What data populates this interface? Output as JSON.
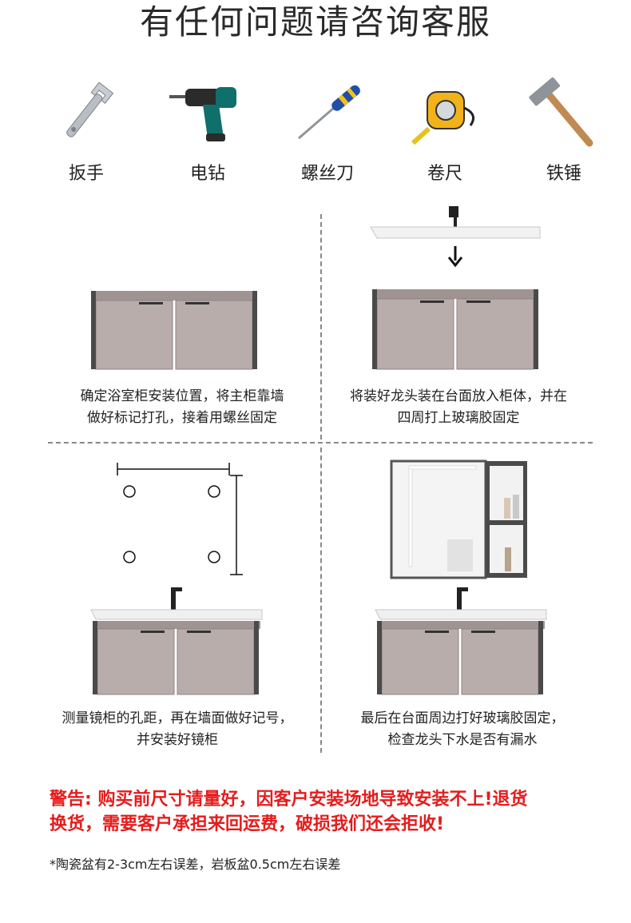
{
  "title": "有任何问题请咨询客服",
  "tools": [
    {
      "name": "wrench-icon",
      "label": "扳手"
    },
    {
      "name": "drill-icon",
      "label": "电钻"
    },
    {
      "name": "screwdriver-icon",
      "label": "螺丝刀"
    },
    {
      "name": "tape-measure-icon",
      "label": "卷尺"
    },
    {
      "name": "hammer-icon",
      "label": "铁锤"
    }
  ],
  "steps": [
    {
      "line1": "确定浴室柜安装位置，将主柜靠墙",
      "line2": "做好标记打孔，接着用螺丝固定"
    },
    {
      "line1": "将装好龙头装在台面放入柜体，并在",
      "line2": "四周打上玻璃胶固定"
    },
    {
      "line1": "测量镜柜的孔距，再在墙面做好记号，",
      "line2": "并安装好镜柜"
    },
    {
      "line1": "最后在台面周边打好玻璃胶固定，",
      "line2": "检查龙头下水是否有漏水"
    }
  ],
  "warning": {
    "line1": "警告: 购买前尺寸请量好，因客户安装场地导致安装不上!退货",
    "line2": "换货，需要客户承担来回运费，破损我们还会拒收!"
  },
  "note": "*陶瓷盆有2-3cm左右误差，岩板盆0.5cm左右误差",
  "colors": {
    "warning": "#e51c1c",
    "cabinet": "#b8adab",
    "frame": "#4a4a4a"
  }
}
